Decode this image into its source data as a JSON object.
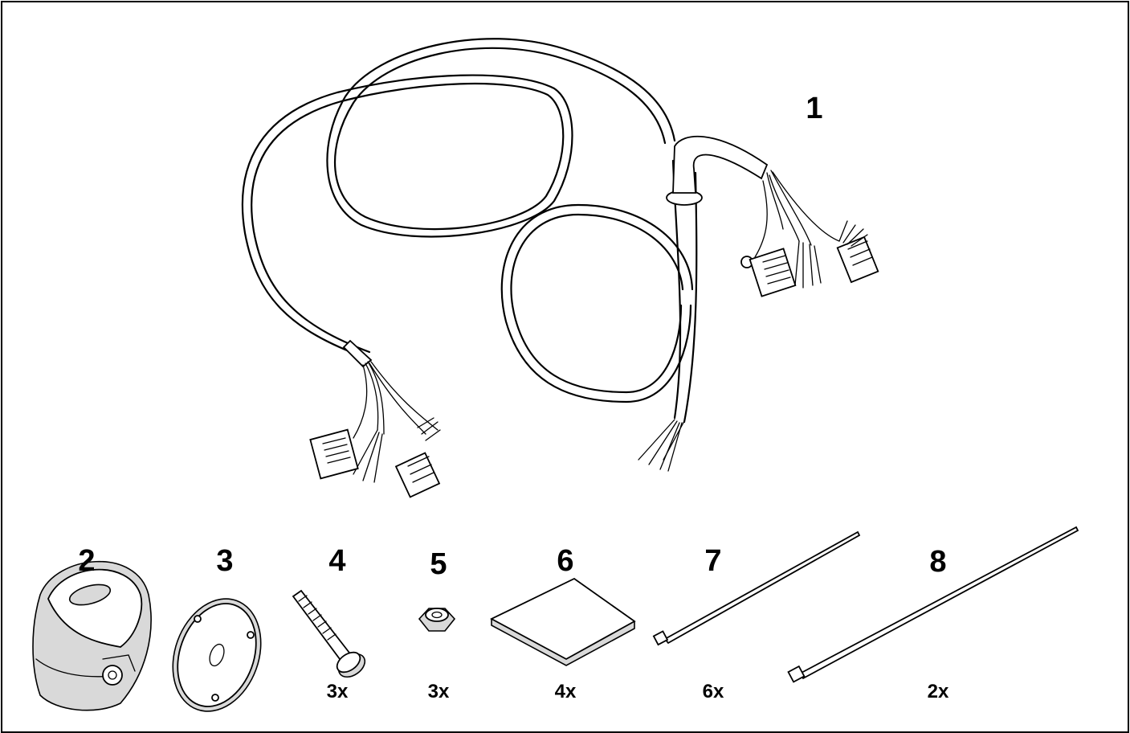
{
  "parts": [
    {
      "number": "1",
      "name": "wiring harness",
      "quantity": ""
    },
    {
      "number": "2",
      "name": "trailer socket",
      "quantity": ""
    },
    {
      "number": "3",
      "name": "socket seal",
      "quantity": ""
    },
    {
      "number": "4",
      "name": "bolt",
      "quantity": "3x"
    },
    {
      "number": "5",
      "name": "nut",
      "quantity": "3x"
    },
    {
      "number": "6",
      "name": "adhesive pad",
      "quantity": "4x"
    },
    {
      "number": "7",
      "name": "cable tie small",
      "quantity": "6x"
    },
    {
      "number": "8",
      "name": "cable tie large",
      "quantity": "2x"
    }
  ]
}
